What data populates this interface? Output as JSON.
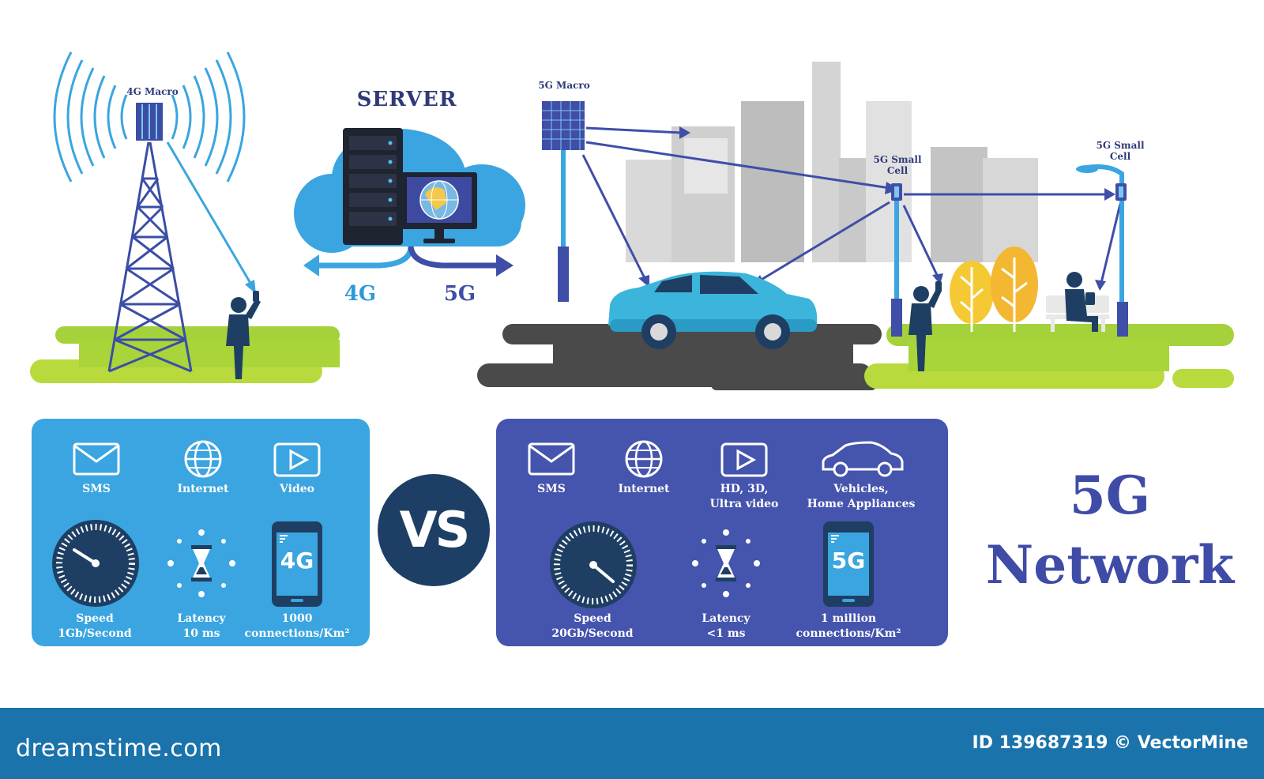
{
  "scene": {
    "tower_4g_label": "4G Macro",
    "server_label": "SERVER",
    "arrow_4g_label": "4G",
    "arrow_5g_label": "5G",
    "macro_5g_label": "5G Macro",
    "small_cell_1_label": "5G Small Cell",
    "small_cell_2_label": "5G Small Cell"
  },
  "panel_4g": {
    "sms": "SMS",
    "internet": "Internet",
    "video": "Video",
    "phone_badge": "4G",
    "speed_title": "Speed",
    "speed_value": "1Gb/Second",
    "latency_title": "Latency",
    "latency_value": "10 ms",
    "connections_value": "1000",
    "connections_unit": "connections/Km²"
  },
  "vs_label": "VS",
  "panel_5g": {
    "sms": "SMS",
    "internet": "Internet",
    "video_line1": "HD, 3D,",
    "video_line2": "Ultra video",
    "vehicles_line1": "Vehicles,",
    "vehicles_line2": "Home Appliances",
    "phone_badge": "5G",
    "speed_title": "Speed",
    "speed_value": "20Gb/Second",
    "latency_title": "Latency",
    "latency_value": "<1 ms",
    "connections_value": "1 million",
    "connections_unit": "connections/Km²"
  },
  "headline": {
    "line1": "5G",
    "line2": "Network"
  },
  "footer": {
    "brand": "dreamstime.com",
    "credit": "ID 139687319 © VectorMine"
  },
  "colors": {
    "light_blue": "#3aa5e0",
    "dark_blue": "#4554ad",
    "navy": "#1d3f66",
    "grass": "#a5d23a",
    "road": "#4a4a4a",
    "car": "#3cb5dc",
    "footer": "#1a73ab"
  }
}
